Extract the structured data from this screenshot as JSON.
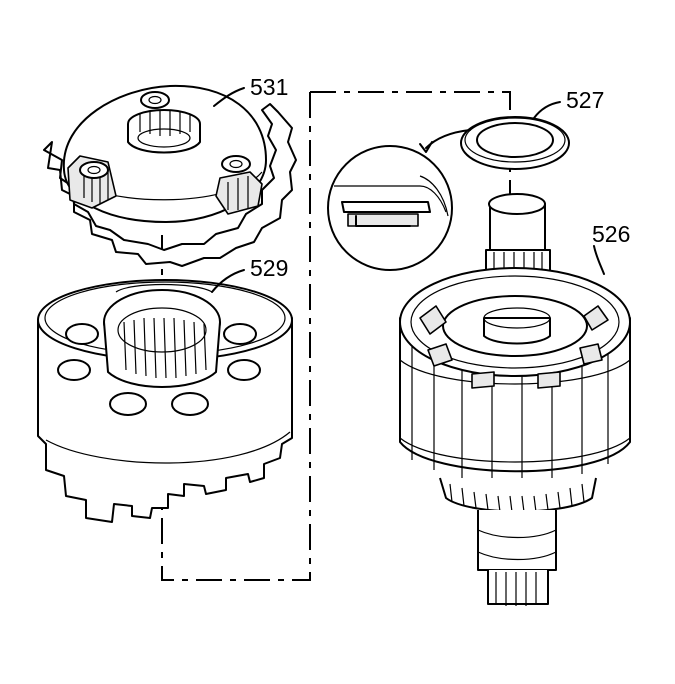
{
  "callouts": {
    "p531": "531",
    "p527": "527",
    "p529": "529",
    "p526": "526"
  },
  "colors": {
    "line": "#000000",
    "background": "#ffffff",
    "shade": "#e9e9e9"
  }
}
